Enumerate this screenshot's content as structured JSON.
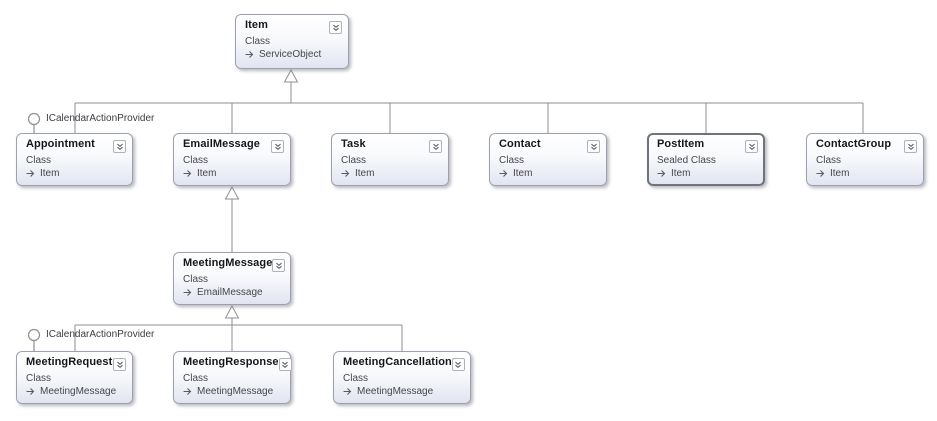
{
  "classes": {
    "item": {
      "name": "Item",
      "kind": "Class",
      "base": "ServiceObject"
    },
    "appointment": {
      "name": "Appointment",
      "kind": "Class",
      "base": "Item"
    },
    "email_message": {
      "name": "EmailMessage",
      "kind": "Class",
      "base": "Item"
    },
    "task": {
      "name": "Task",
      "kind": "Class",
      "base": "Item"
    },
    "contact": {
      "name": "Contact",
      "kind": "Class",
      "base": "Item"
    },
    "post_item": {
      "name": "PostItem",
      "kind": "Sealed Class",
      "base": "Item"
    },
    "contact_group": {
      "name": "ContactGroup",
      "kind": "Class",
      "base": "Item"
    },
    "meeting_message": {
      "name": "MeetingMessage",
      "kind": "Class",
      "base": "EmailMessage"
    },
    "meeting_request": {
      "name": "MeetingRequest",
      "kind": "Class",
      "base": "MeetingMessage"
    },
    "meeting_response": {
      "name": "MeetingResponse",
      "kind": "Class",
      "base": "MeetingMessage"
    },
    "meeting_cancellation": {
      "name": "MeetingCancellation",
      "kind": "Class",
      "base": "MeetingMessage"
    }
  },
  "interfaces": [
    {
      "label": "ICalendarActionProvider",
      "attached_to": "Appointment"
    },
    {
      "label": "ICalendarActionProvider",
      "attached_to": "MeetingRequest"
    }
  ],
  "icons": {
    "collapse": "chevron-double-down",
    "base_type": "arrow-right",
    "interface": "lollipop-circle"
  },
  "colors": {
    "canvas_bg": "#ffffff",
    "box_border": "#9ba1ae",
    "sealed_border": "#6f737b",
    "box_gradient_bottom": "#e2e5f0",
    "connector": "#8f8f8f",
    "title_text": "#15171c",
    "detail_text": "#45474d"
  }
}
